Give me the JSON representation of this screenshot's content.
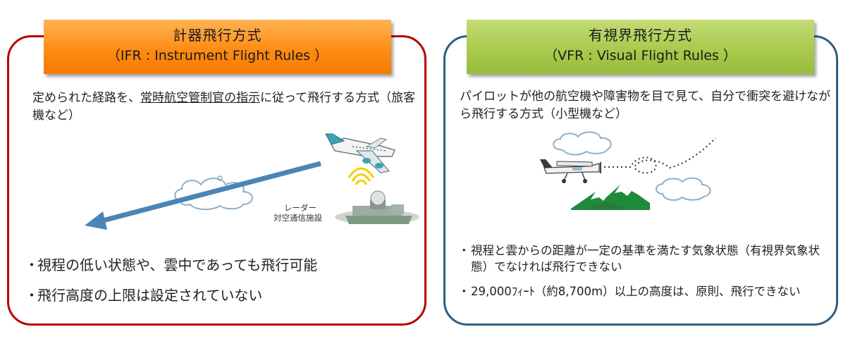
{
  "ifr": {
    "title": "計器飛行方式",
    "subtitle": "（IFR : Instrument Flight Rules ）",
    "desc_pre": "定められた経路を、",
    "desc_underline": "常時航空管制官の指示",
    "desc_post": "に従って飛行する方式（旅客機など）",
    "radar_label_1": "レーダー",
    "radar_label_2": "対空通信施設",
    "bullets": [
      "視程の低い状態や、雲中であっても飛行可能",
      "飛行高度の上限は設定されていない"
    ],
    "colors": {
      "border": "#b80000",
      "header": "#ff8c15"
    }
  },
  "vfr": {
    "title": "有視界飛行方式",
    "subtitle": "（VFR : Visual Flight Rules ）",
    "desc": "パイロットが他の航空機や障害物を目で見て、自分で衝突を避けながら飛行する方式（小型機など）",
    "bullets": [
      "視程と雲からの距離が一定の基準を満たす気象状態（有視界気象状態）でなければ飛行できない",
      "29,000ﾌｨｰﾄ（約8,700m）以上の高度は、原則、飛行できない"
    ],
    "colors": {
      "border": "#2e5f7f",
      "header": "#a9ca4e"
    }
  },
  "bullet_char": "・"
}
